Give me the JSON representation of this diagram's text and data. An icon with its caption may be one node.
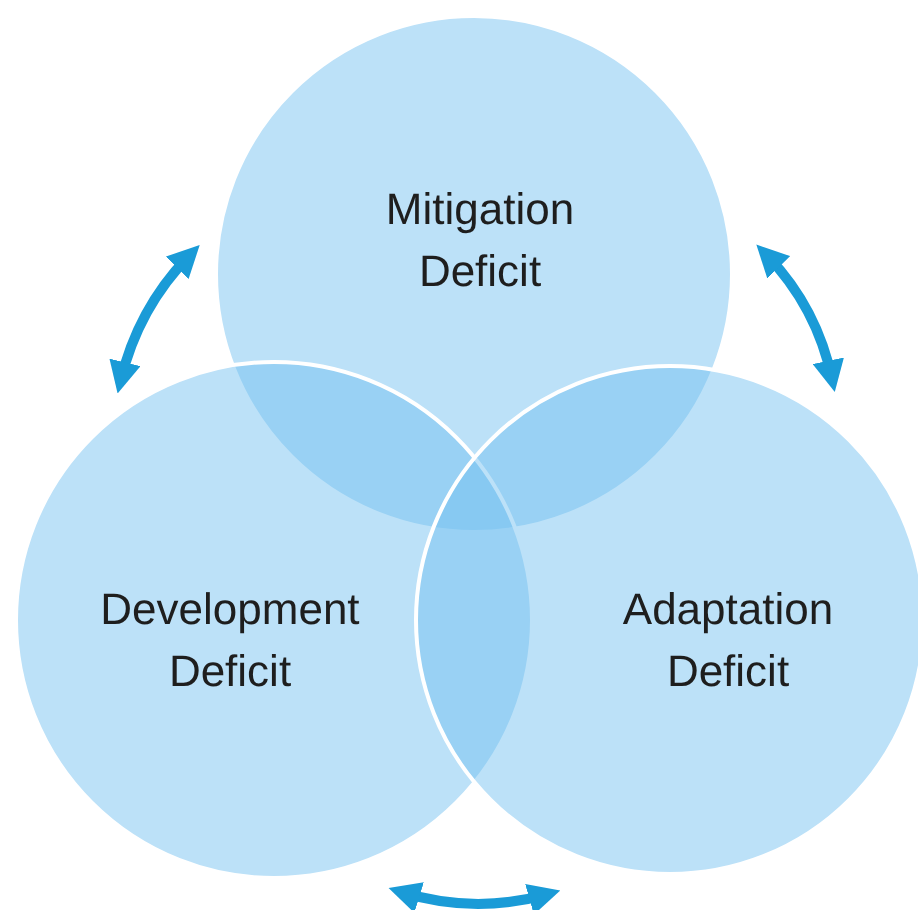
{
  "diagram": {
    "nodes": [
      {
        "text": [
          "Mitigation Deficit"
        ]
      },
      {
        "text": [
          "Development Deficit"
        ]
      },
      {
        "text": [
          "Adaptation Deficit"
        ]
      }
    ],
    "edges": [
      {
        "from": 0,
        "to": 1,
        "arrow": "both"
      },
      {
        "from": 0,
        "to": 2,
        "arrow": "both"
      },
      {
        "from": 1,
        "to": 2,
        "arrow": "both"
      }
    ]
  }
}
